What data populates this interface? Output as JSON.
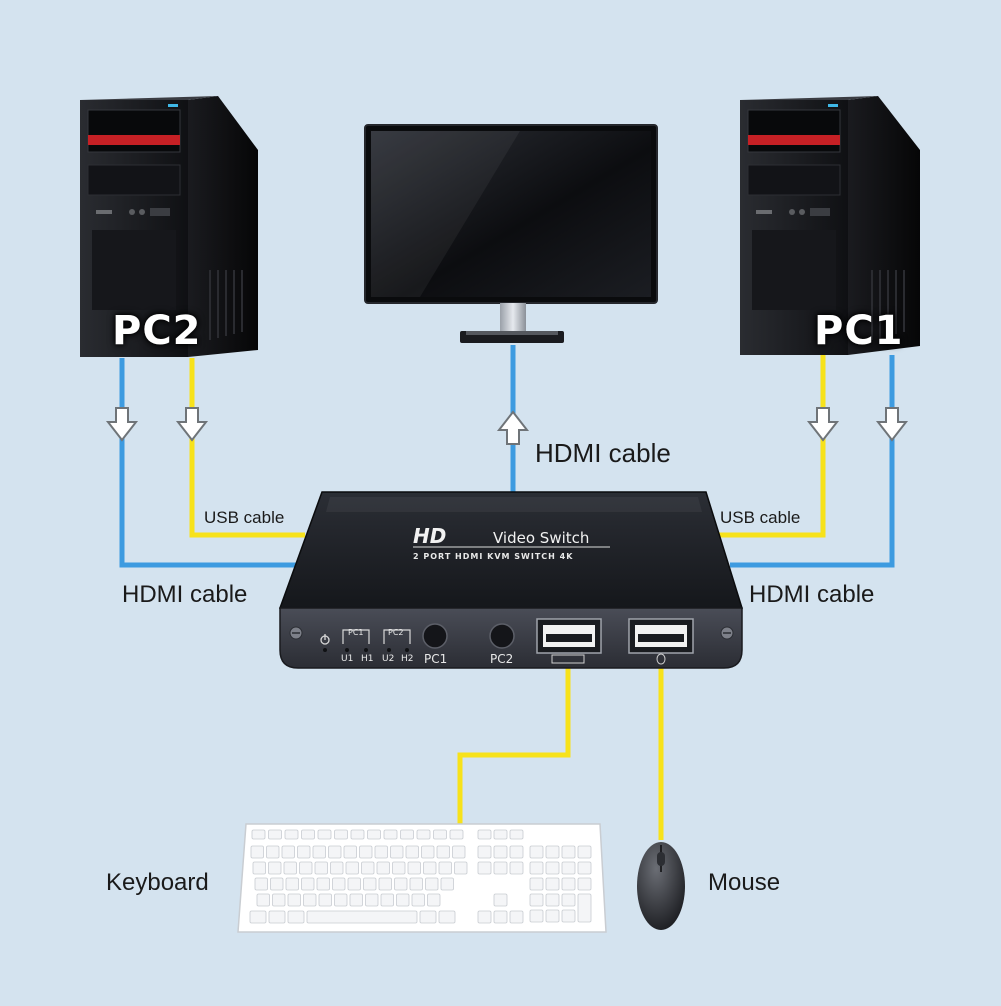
{
  "computers": {
    "left": {
      "name": "PC2"
    },
    "right": {
      "name": "PC1"
    }
  },
  "cables": {
    "hdmi_monitor": "HDMI cable",
    "usb_left": "USB cable",
    "usb_right": "USB cable",
    "hdmi_left": "HDMI cable",
    "hdmi_right": "HDMI cable"
  },
  "switch": {
    "brand_hd": "HD",
    "brand_title": "Video Switch",
    "subtitle": "2 PORT HDMI KVM SWITCH 4K",
    "led_group_pc1": "PC1",
    "led_group_pc2": "PC2",
    "led_u1": "U1",
    "led_h1": "H1",
    "led_u2": "U2",
    "led_h2": "H2",
    "button_pc1": "PC1",
    "button_pc2": "PC2"
  },
  "peripherals": {
    "keyboard": "Keyboard",
    "mouse": "Mouse"
  },
  "colors": {
    "background": "#d4e3ef",
    "hdmi_cable": "#3d9be0",
    "usb_cable": "#f7e21a",
    "device_dark": "#1d1f24"
  }
}
